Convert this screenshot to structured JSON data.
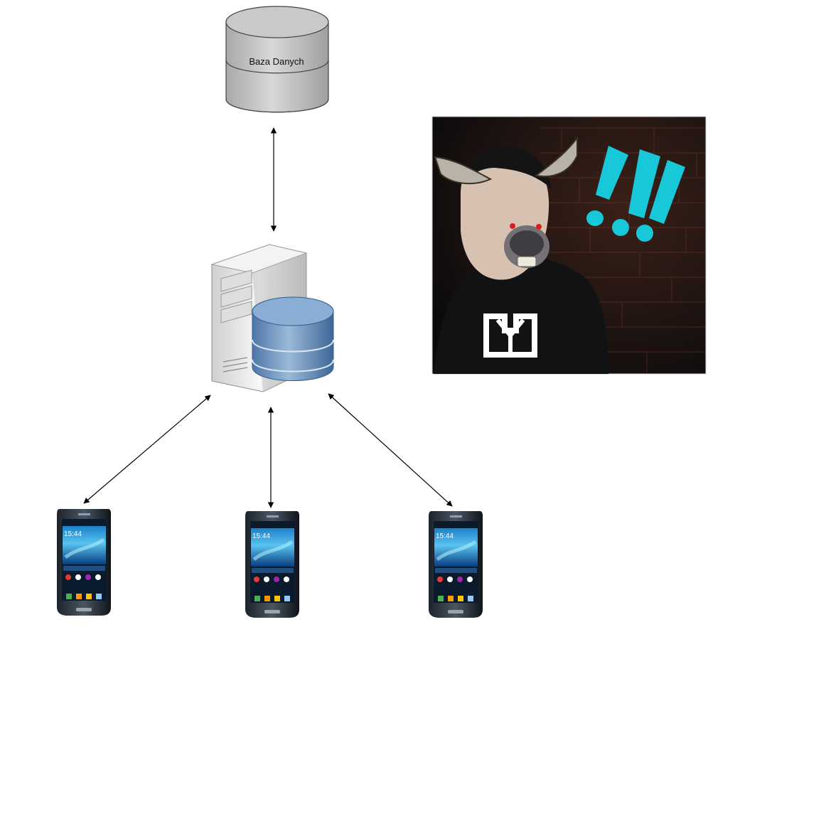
{
  "diagram": {
    "database": {
      "label": "Baza Danych",
      "icon": "database-cylinder-icon"
    },
    "server": {
      "icon": "server-with-database-icon"
    },
    "phones": [
      {
        "icon": "smartphone-icon"
      },
      {
        "icon": "smartphone-icon"
      },
      {
        "icon": "smartphone-icon"
      }
    ],
    "photo": {
      "icon": "donkey-ears-photo",
      "exclamation_color": "#19c8d8"
    },
    "connections": [
      {
        "from": "database",
        "to": "server",
        "direction": "both"
      },
      {
        "from": "server",
        "to": "phone-1",
        "direction": "both"
      },
      {
        "from": "server",
        "to": "phone-2",
        "direction": "both"
      },
      {
        "from": "server",
        "to": "phone-3",
        "direction": "both"
      }
    ]
  }
}
